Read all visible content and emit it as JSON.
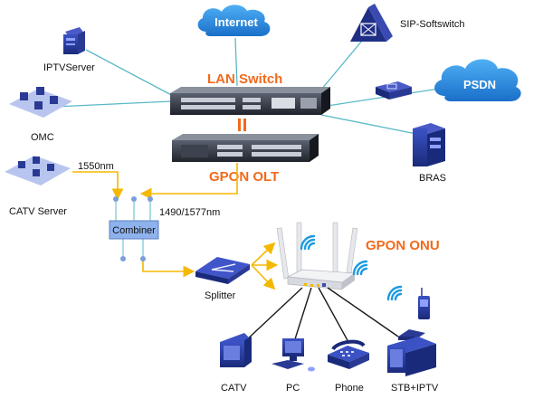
{
  "clouds": {
    "internet": "Internet",
    "psdn": "PSDN"
  },
  "nodes": {
    "iptv_server": "IPTVServer",
    "sip_softswitch": "SIP-Softswitch",
    "lan_switch": "LAN Switch",
    "omc": "OMC",
    "bras": "BRAS",
    "gpon_olt": "GPON OLT",
    "catv_server": "CATV Server",
    "combiner": "Combiner",
    "splitter": "Splitter",
    "gpon_onu": "GPON ONU"
  },
  "wavelengths": {
    "w1550": "1550nm",
    "w1490": "1490/1577nm"
  },
  "endpoints": {
    "catv": "CATV",
    "pc": "PC",
    "phone": "Phone",
    "stb_iptv": "STB+IPTV"
  },
  "colors": {
    "ethernet_line": "#5ab8c8",
    "fiber_line": "#f5b800",
    "accent_orange": "#f26a1b",
    "cloud_blue": "#2b8ee0",
    "device_dark": "#2a2f3a"
  }
}
